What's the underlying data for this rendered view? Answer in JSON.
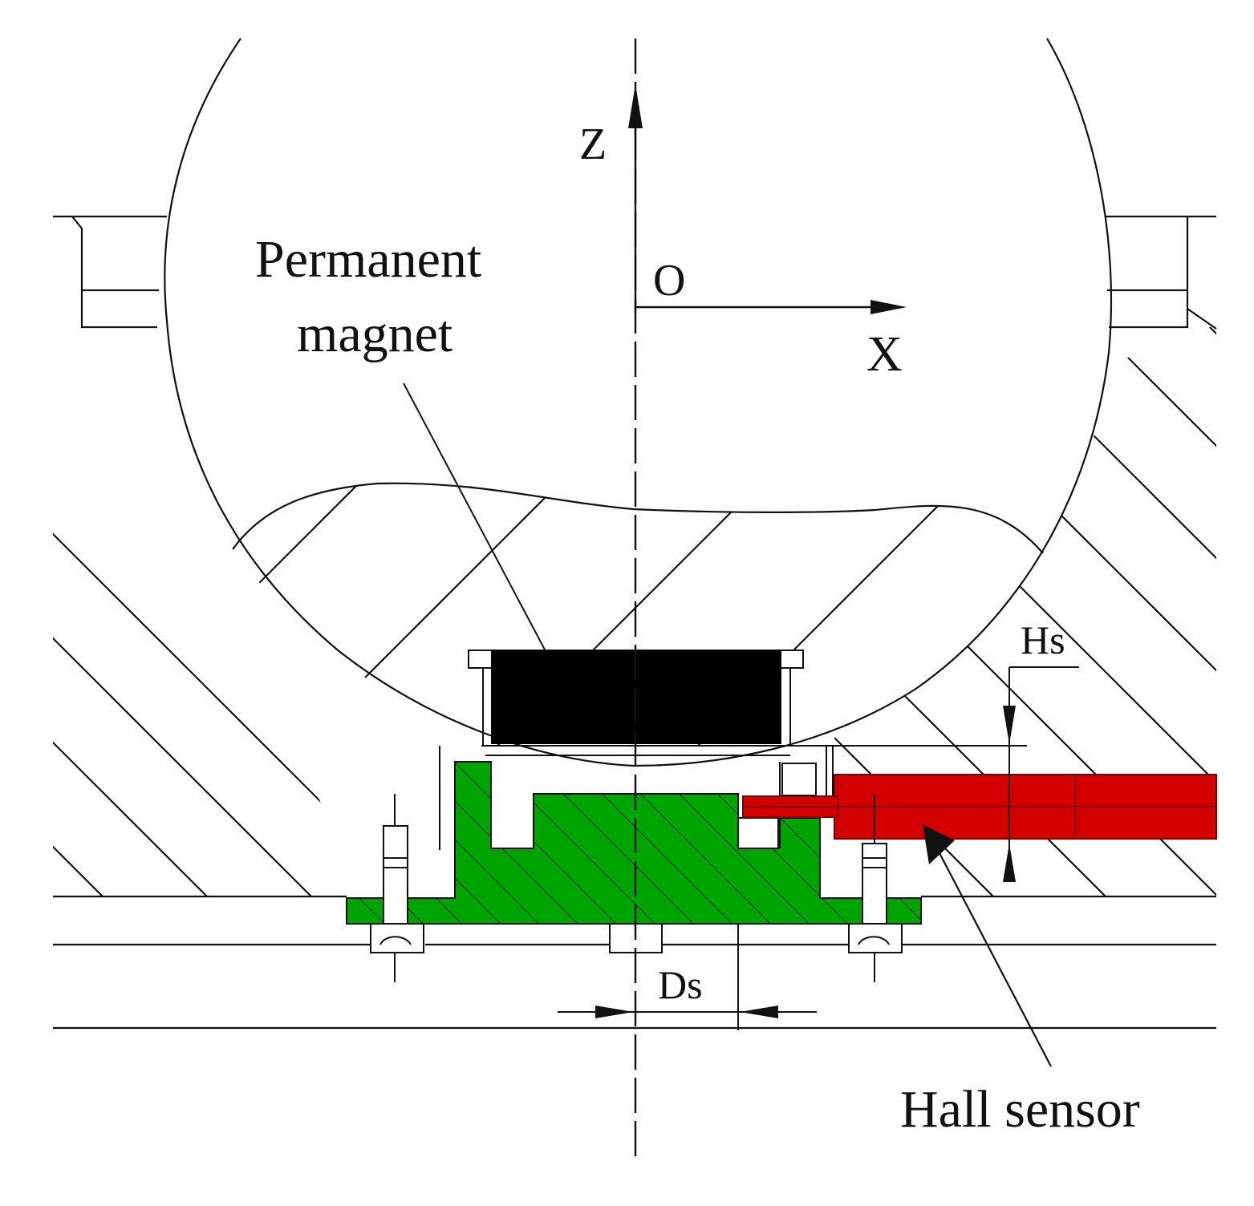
{
  "labels": {
    "z_axis": "Z",
    "origin": "O",
    "x_axis": "X",
    "permanent_magnet_line1": "Permanent",
    "permanent_magnet_line2": "magnet",
    "hs": "Hs",
    "ds": "Ds",
    "hall_sensor": "Hall sensor"
  },
  "colors": {
    "line": "#111111",
    "magnet": "#000000",
    "holder": "#00a400",
    "sensor": "#d40000",
    "background": "#ffffff"
  }
}
